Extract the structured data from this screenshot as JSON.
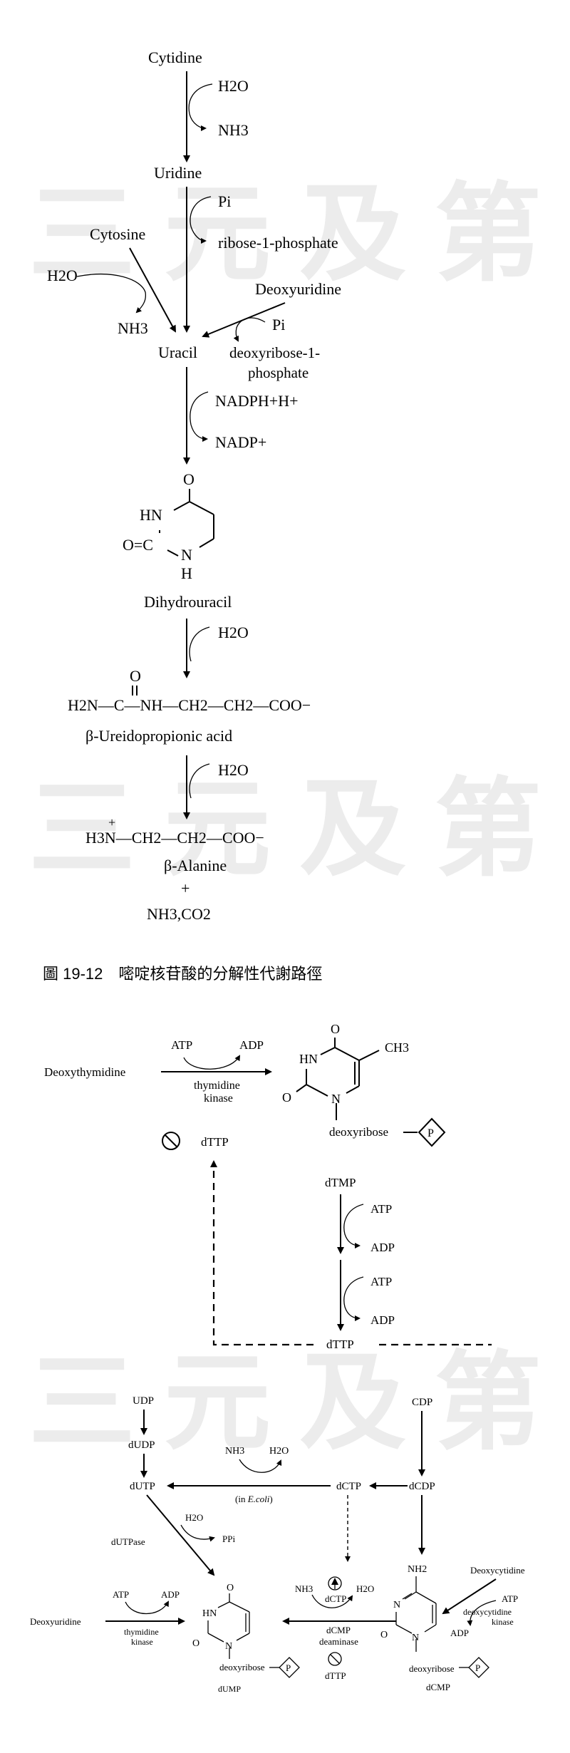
{
  "watermark": "三元及第",
  "top": {
    "cytidine": "Cytidine",
    "h2o_1": "H2O",
    "nh3_1": "NH3",
    "uridine": "Uridine",
    "pi_1": "Pi",
    "ribose1p": "ribose-1-phosphate",
    "cytosine": "Cytosine",
    "h2o_2": "H2O",
    "nh3_2": "NH3",
    "deoxyuridine": "Deoxyuridine",
    "pi_2": "Pi",
    "uracil": "Uracil",
    "deoxyribose1p_a": "deoxyribose-1-",
    "deoxyribose1p_b": "phosphate",
    "nadph": "NADPH+H+",
    "nadp": "NADP+",
    "ring_o": "O",
    "ring_hn": "HN",
    "ring_o2": "O=C",
    "ring_n": "N",
    "ring_h": "H",
    "dihydrouracil": "Dihydrouracil",
    "h2o_3": "H2O",
    "ureido_formula": "H2N—C—NH—CH2—CH2—COO−",
    "ureido_o": "O",
    "ureido_name": "β-Ureidopropionic acid",
    "h2o_4": "H2O",
    "alanine_formula": "H3N—CH2—CH2—COO−",
    "alanine_plus": "+",
    "alanine_name": "β-Alanine",
    "plus": "+",
    "products": "NH3,CO2"
  },
  "caption": "圖 19-12　嘧啶核苷酸的分解性代謝路徑",
  "bottom": {
    "deoxythymidine": "Deoxythymidine",
    "atp_1": "ATP",
    "adp_1": "ADP",
    "thymidine_kinase_a": "thymidine",
    "thymidine_kinase_b": "kinase",
    "ring_o": "O",
    "ring_hn": "HN",
    "ring_ch3": "CH3",
    "ring_o2": "O",
    "ring_n": "N",
    "deoxyribose": "deoxyribose",
    "p": "P",
    "dttp_inhib": "dTTP",
    "dtmp": "dTMP",
    "atp_2": "ATP",
    "adp_2": "ADP",
    "atp_3": "ATP",
    "adp_3": "ADP",
    "dttp": "dTTP",
    "udp": "UDP",
    "dudp": "dUDP",
    "dutp": "dUTP",
    "nh3": "NH3",
    "h2o": "H2O",
    "in_ecoli_a": "(in ",
    "in_ecoli_b": "E.coli",
    "in_ecoli_c": ")",
    "dctp": "dCTP",
    "dcdp": "dCDP",
    "cdp": "CDP",
    "dutpase": "dUTPase",
    "h2o_b": "H2O",
    "ppi": "PPi",
    "nh3_b": "NH3",
    "h2o_c": "H2O",
    "dctp_b": "dCTP",
    "dcmp_deaminase_a": "dCMP",
    "dcmp_deaminase_b": "deaminase",
    "dttp_b": "dTTP",
    "nh2": "NH2",
    "deoxycytidine": "Deoxycytidine",
    "atp_4": "ATP",
    "deoxycytidine_kinase_a": "deoxycytidine",
    "deoxycytidine_kinase_b": "kinase",
    "adp_4": "ADP",
    "deoxyuridine": "Deoxyuridine",
    "atp_5": "ATP",
    "adp_5": "ADP",
    "thymidine_kinase2_a": "thymidine",
    "thymidine_kinase2_b": "kinase",
    "ring2_o": "O",
    "ring2_hn": "HN",
    "ring2_o2": "O",
    "ring2_n": "N",
    "deoxyribose_2": "deoxyribose",
    "p_2": "P",
    "ring3_n": "N",
    "ring3_o": "O",
    "ring3_n2": "N",
    "deoxyribose_3": "deoxyribose",
    "p_3": "P",
    "dcmp": "dCMP",
    "dump": "dUMP"
  }
}
